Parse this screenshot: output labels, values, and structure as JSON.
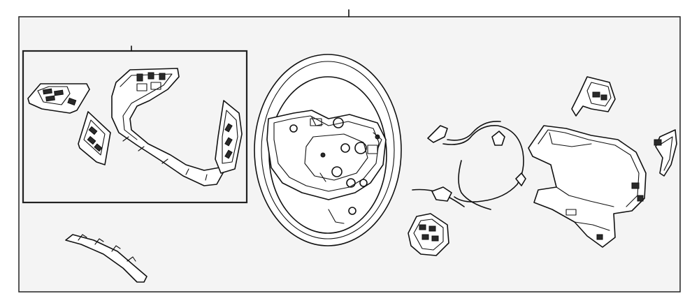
{
  "diagram": {
    "labels": [],
    "parts": [
      "steering-wheel-assembly",
      "switch-trim-group",
      "left-switch-panel",
      "left-lower-switch",
      "center-trim-bezel",
      "right-switch",
      "lower-trim-strip",
      "wiring-harness",
      "remote-switch",
      "lower-cover",
      "paddle-switch-upper",
      "paddle-shifter-right"
    ]
  }
}
